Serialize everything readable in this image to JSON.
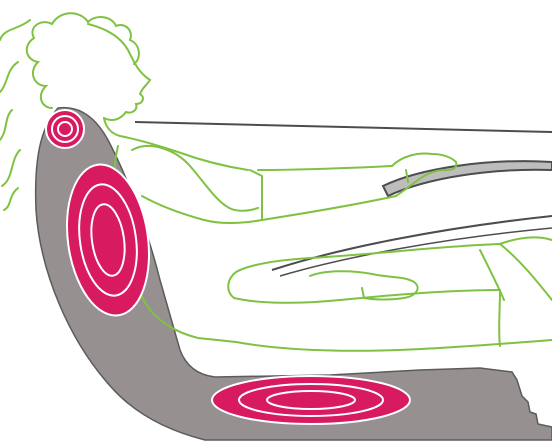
{
  "colors": {
    "background": "#ffffff",
    "seat_fill": "#969091",
    "seat_outline": "#5b5b5b",
    "figure_stroke": "#7fc241",
    "zone_fill": "#d81b60",
    "zone_ring": "#ffffff",
    "dash_stroke": "#4d4d4d",
    "dash_fill": "#bdbdbd"
  },
  "massage_zones": [
    {
      "name": "neck",
      "rings": 3
    },
    {
      "name": "back",
      "rings": 3
    },
    {
      "name": "seat",
      "rings": 3
    }
  ]
}
